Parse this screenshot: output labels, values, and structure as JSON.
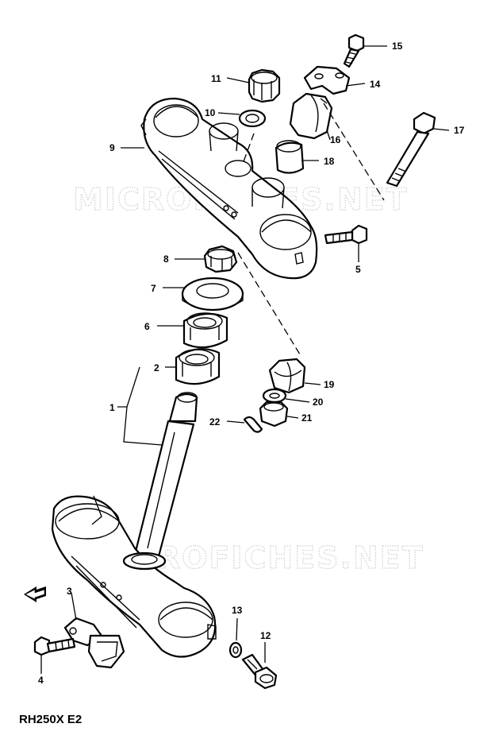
{
  "watermark_text": "MICROFICHES.NET",
  "model_code": "RH250X E2",
  "callouts": {
    "p1": "1",
    "p2": "2",
    "p3": "3",
    "p4": "4",
    "p5": "5",
    "p6": "6",
    "p7": "7",
    "p8": "8",
    "p9": "9",
    "p10": "10",
    "p11": "11",
    "p12": "12",
    "p13": "13",
    "p14": "14",
    "p15": "15",
    "p16": "16",
    "p17": "17",
    "p18": "18",
    "p19": "19",
    "p20": "20",
    "p21": "21",
    "p22": "22"
  },
  "icons": {
    "direction_arrow": "front-arrow-icon"
  }
}
